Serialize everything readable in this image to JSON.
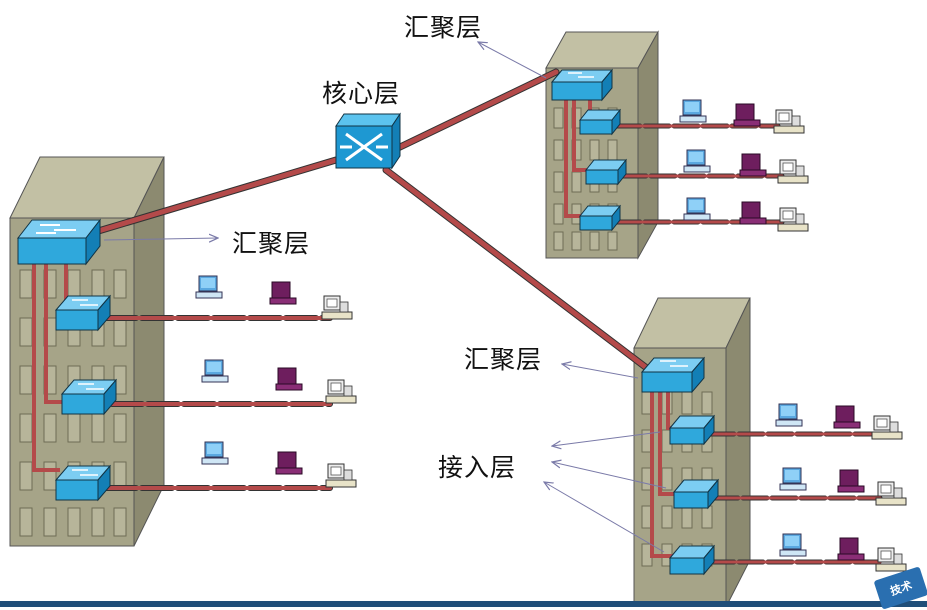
{
  "labels": {
    "core": "核心层",
    "distribution_top": "汇聚层",
    "distribution_left": "汇聚层",
    "distribution_right": "汇聚层",
    "access": "接入层"
  },
  "watermark": "技术",
  "colors": {
    "link": "#b44a4a",
    "building_face": "#a6a488",
    "building_side": "#8c8a70",
    "building_top": "#c2c0a4",
    "switch": "#2fa8dc",
    "core_switch": "#1e98d2",
    "bottom_bar": "#1f4e79"
  },
  "buildings": [
    {
      "name": "left-building",
      "floors": 3,
      "pcs_per_floor": 3
    },
    {
      "name": "top-right-building",
      "floors": 3,
      "pcs_per_floor": 3
    },
    {
      "name": "bottom-right-building",
      "floors": 3,
      "pcs_per_floor": 3
    }
  ]
}
